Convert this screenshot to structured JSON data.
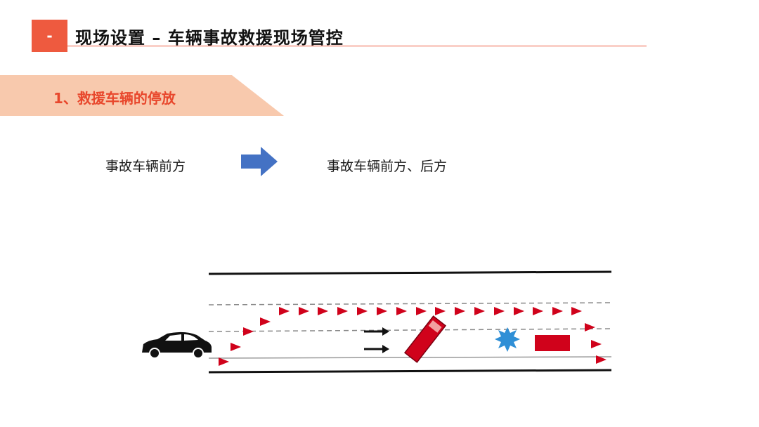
{
  "header": {
    "badge": "-",
    "title": "现场设置 – 车辆事故救援现场管控"
  },
  "section": {
    "label": "1、救援车辆的停放"
  },
  "flow": {
    "before": "事故车辆前方",
    "after": "事故车辆前方、后方",
    "arrow_icon": "right-arrow-icon"
  },
  "colors": {
    "accent": "#ee5a3f",
    "banner": "#f8c9ad",
    "arrow": "#4472c4",
    "cone": "#d0021b",
    "star": "#2f8fd6"
  }
}
